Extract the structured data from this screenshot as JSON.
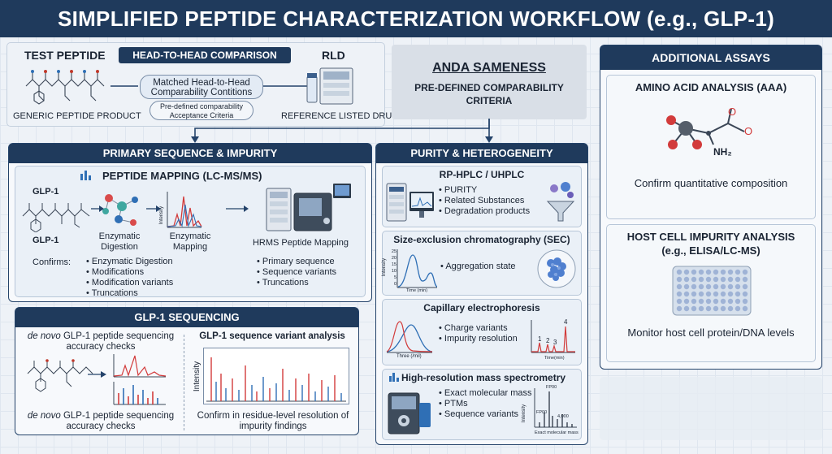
{
  "title": "SIMPLIFIED PEPTIDE CHARACTERIZATION WORKFLOW (e.g., GLP-1)",
  "top": {
    "test_peptide": "TEST PEPTIDE",
    "comparison_badge": "HEAD-TO-HEAD COMPARISON",
    "rld": "RLD",
    "matched_conditions": "Matched Head-to-Head Comparability Contitions",
    "acceptance": "Pre-defined comparability Acceptance Criteria",
    "generic_label": "GENERIC PEPTIDE PRODUCT",
    "reference_label": "REFERENCE LISTED DRUG",
    "anda_title": "ANDA SAMENESS",
    "anda_sub": "PRE-DEFINED COMPARABILITY CRITERIA"
  },
  "primary": {
    "header": "PRIMARY SEQUENCE & IMPURITY",
    "mapping_title": "PEPTIDE MAPPING (LC-MS/MS)",
    "glp1_top": "GLP-1",
    "glp1_bottom": "GLP-1",
    "step1": "Enzymatic Digestion",
    "step2": "Enzymatic Mapping",
    "step3": "HRMS Peptide Mapping",
    "intensity": "Intensity",
    "confirms": "Confirms:",
    "confirms_list": [
      "Enzymatic Digestion",
      "Modifications",
      "Modification variants",
      "Truncations"
    ],
    "hrms_list": [
      "Primary sequence",
      "Sequence variants",
      "Truncations"
    ]
  },
  "sequencing": {
    "header": "GLP-1 SEQUENCING",
    "denovo_top_em": "de novo",
    "denovo_top_rest": " GLP-1 peptide sequencing accuracy checks",
    "denovo_bottom_em": "de novo",
    "denovo_bottom_rest": " GLP-1 peptide sequencing accuracy checks",
    "variant_title": "GLP-1 sequence variant analysis",
    "intensity": "Intensity",
    "confirm_text": "Confirm in residue-level resolution of impurity findings"
  },
  "purity": {
    "header": "PURITY & HETEROGENEITY",
    "rphplc_title": "RP-HPLC / UHPLC",
    "rphplc_list": [
      "PURITY",
      "Related Substances",
      "Degradation products"
    ],
    "sec_title": "Size-exclusion chromatography (SEC)",
    "sec_item": "Aggregation state",
    "sec_xlabel": "Time (min)",
    "sec_ylabel": "Intensity",
    "sec_ticks": [
      "25",
      "20",
      "15",
      "10",
      "5",
      "0"
    ],
    "ce_title": "Capillary electrophoresis",
    "ce_list": [
      "Charge variants",
      "Impurity resolution"
    ],
    "ce_xlabel": "Three (/mil)",
    "ce_xlabel2": "Time(min)",
    "ce_peaks": [
      "1",
      "2",
      "3",
      "4"
    ],
    "hrms_title": "High-resolution mass spectrometry",
    "hrms_list": [
      "Exact molecular mass",
      "PTMs",
      "Sequence variants"
    ],
    "hrms_xlabel": "Exact molecular mass",
    "hrms_ylabel": "Intensity",
    "hrms_peak1": "FP00",
    "hrms_peak2": "FP00",
    "hrms_peak3": "4,000"
  },
  "additional": {
    "header": "ADDITIONAL ASSAYS",
    "aaa_title": "AMINO ACID ANALYSIS (AAA)",
    "aaa_o1": "O",
    "aaa_o2": "O",
    "aaa_nh2": "NH₂",
    "aaa_caption": "Confirm quantitative composition",
    "hcp_title_1": "HOST CELL IMPURITY ANALYSIS",
    "hcp_title_2": "(e.g., ELISA/LC-MS)",
    "hcp_caption": "Monitor host cell protein/DNA levels"
  },
  "colors": {
    "navy": "#1f3a5c",
    "panel_bg": "#f7f9fc",
    "sub_bg": "#eaf0f7",
    "red": "#d23b3b",
    "blue": "#2f6fb5",
    "teal": "#3fa7a0"
  }
}
